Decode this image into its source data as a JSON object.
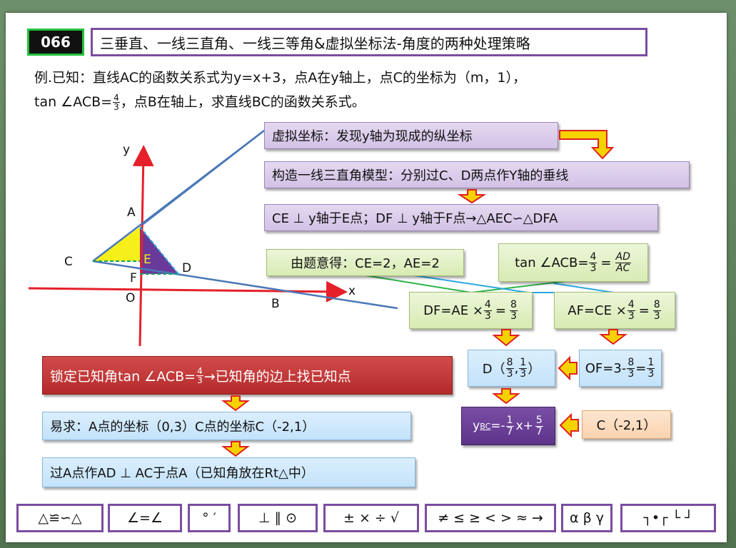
{
  "badge": "066",
  "title": "三垂直、一线三直角、一线三等角&虚拟坐标法-角度的两种处理策略",
  "problem": {
    "line1": "例.已知：直线AC的函数关系式为y=x+3，点A在y轴上，点C的坐标为（m，1），",
    "line2_pre": "tan ∠ACB=",
    "line2_num": "4",
    "line2_den": "3",
    "line2_post": "，点B在轴上，求直线BC的函数关系式。"
  },
  "graph": {
    "y_label": "y",
    "x_label": "x",
    "A": "A",
    "C": "C",
    "D": "D",
    "E": "E",
    "F": "F",
    "O": "O",
    "B": "B"
  },
  "boxes": {
    "virtual": "虚拟坐标：发现y轴为现成的纵坐标",
    "construct": "构造一线三直角模型：分别过C、D两点作Y轴的垂线",
    "perp": "CE ⊥ y轴于E点；DF ⊥ y轴于F点→△AEC∽△DFA",
    "given": "由题意得：CE=2，AE=2",
    "tan_pre": "tan ∠ACB=",
    "tan_n": "4",
    "tan_d": "3",
    "tan_eq": "=",
    "tan_n2": "AD",
    "tan_d2": "AC",
    "df_pre": "DF=AE ×",
    "df_n": "4",
    "df_d": "3",
    "df_eq": "=",
    "df_n2": "8",
    "df_d2": "3",
    "af_pre": "AF=CE ×",
    "af_n": "4",
    "af_d": "3",
    "af_eq": "=",
    "af_n2": "8",
    "af_d2": "3",
    "d_pre": "D（",
    "d_n1": "8",
    "d_d1": "3",
    "d_comma": ",",
    "d_n2": "1",
    "d_d2": "3",
    "d_post": "）",
    "of_pre": "OF=3-",
    "of_n1": "8",
    "of_d1": "3",
    "of_eq": "=",
    "of_n2": "1",
    "of_d2": "3",
    "lock_pre": "锁定已知角tan ∠ACB=",
    "lock_n": "4",
    "lock_d": "3",
    "lock_post": "→已知角的边上找已知点",
    "easy": "易求：A点的坐标（0,3）C点的坐标C（-2,1）",
    "through": "过A点作AD ⊥ AC于点A（已知角放在Rt△中）",
    "ybc_y": "y",
    "ybc_sub": "BC",
    "ybc_eq": "=-",
    "ybc_n1": "1",
    "ybc_d1": "7",
    "ybc_mid": "x+",
    "ybc_n2": "5",
    "ybc_d2": "7",
    "c_point": "C（-2,1）"
  },
  "toolbar": [
    "△≌∽△",
    "∠=∠",
    "°  ′",
    "⊥ ∥ ⊙",
    "±  ×  ÷  √",
    "≠ ≤ ≥ < > ≈ →",
    "α β γ",
    "┐•┌ └ ┘"
  ],
  "colors": {
    "badge_border": "#22c03a",
    "title_border": "#7a4da0",
    "axis": "#e5202a",
    "line": "#4a78b8",
    "yellow": "#f7ef1a",
    "purple": "#6a3a9a",
    "arrow": "#f5d200"
  }
}
